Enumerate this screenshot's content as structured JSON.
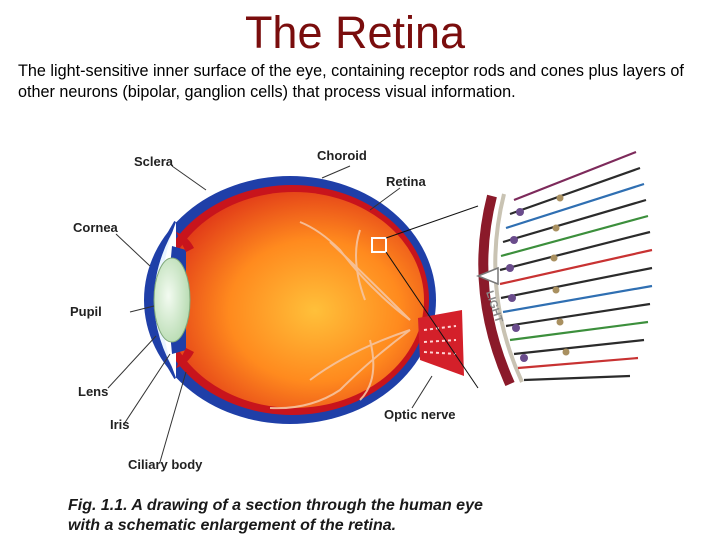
{
  "title": "The Retina",
  "intro": "The light-sensitive inner surface of the eye, containing receptor rods and cones plus layers of other neurons (bipolar, ganglion cells) that process visual information.",
  "figure": {
    "labels": {
      "sclera": "Sclera",
      "choroid": "Choroid",
      "retina": "Retina",
      "cornea": "Cornea",
      "pupil": "Pupil",
      "lens": "Lens",
      "iris": "Iris",
      "ciliary_body": "Ciliary body",
      "optic_nerve": "Optic nerve",
      "light": "LIGHT"
    },
    "caption_line1": "Fig. 1.1. A drawing of a section through the human eye",
    "caption_line2": "with a schematic enlargement of the retina.",
    "colors": {
      "title": "#7a0d0d",
      "sclera": "#1f3fa8",
      "eyeball_outer": "#e8431a",
      "eyeball_inner": "#ffb030",
      "lens": "#cfe8c8",
      "vessels": "#f6c4a0",
      "optic_nerve": "#d4202a"
    }
  }
}
